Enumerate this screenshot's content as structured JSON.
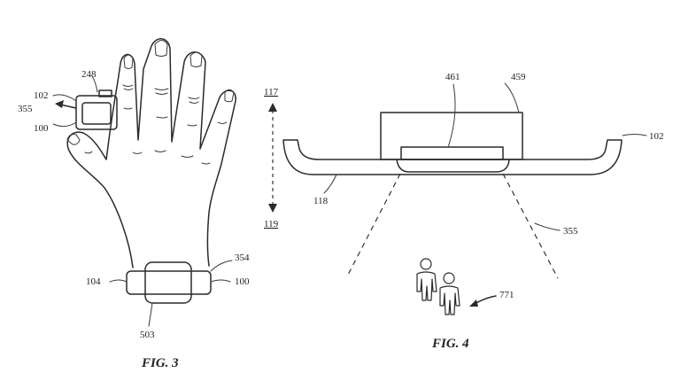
{
  "figure3": {
    "caption": "FIG. 3",
    "labels": {
      "l248": "248",
      "l102": "102",
      "l355": "355",
      "l100_top": "100",
      "l354": "354",
      "l104": "104",
      "l100_bottom": "100",
      "l503": "503"
    }
  },
  "figure4": {
    "caption": "FIG. 4",
    "labels": {
      "l461": "461",
      "l459": "459",
      "l102": "102",
      "l117": "117",
      "l119": "119",
      "l118": "118",
      "l355": "355",
      "l771": "771"
    }
  }
}
